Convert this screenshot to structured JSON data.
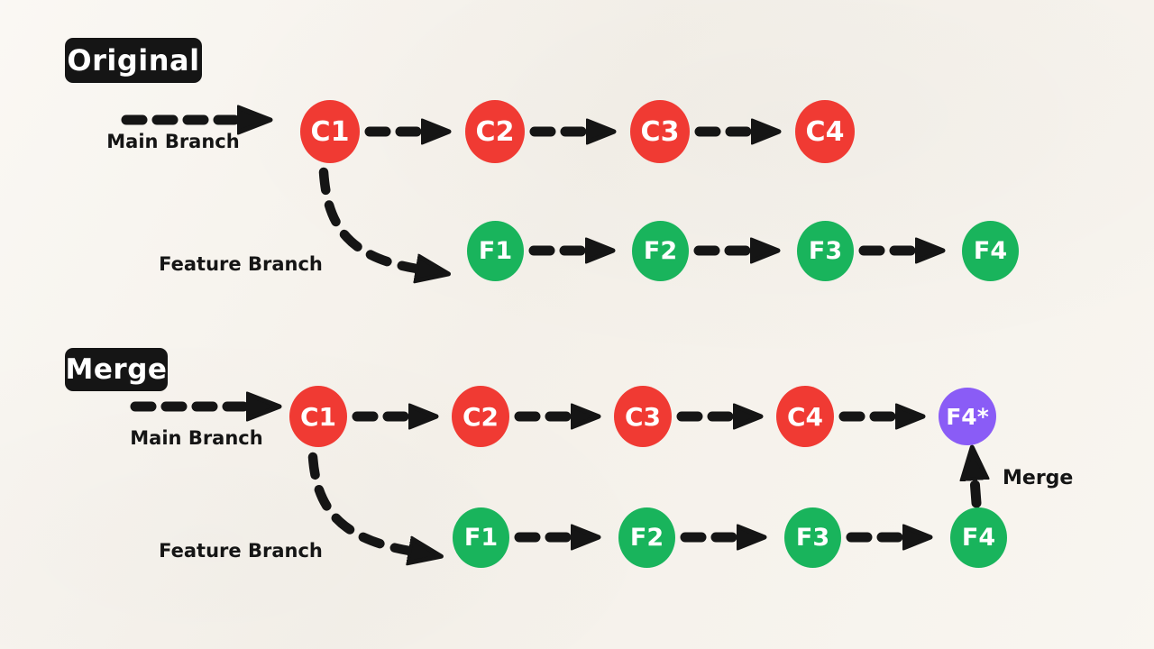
{
  "colors": {
    "paper": "#F7F3EC",
    "ink": "#151515",
    "red": "#F03A33",
    "green": "#19B45C",
    "purple": "#8A5CF6",
    "node_text": "#FFFFFF"
  },
  "sections": {
    "original": {
      "title": "Original",
      "main_branch_label": "Main Branch",
      "feature_branch_label": "Feature Branch",
      "main_commits": [
        "C1",
        "C2",
        "C3",
        "C4"
      ],
      "feature_commits": [
        "F1",
        "F2",
        "F3",
        "F4"
      ]
    },
    "merge": {
      "title": "Merge",
      "main_branch_label": "Main Branch",
      "feature_branch_label": "Feature Branch",
      "main_commits": [
        "C1",
        "C2",
        "C3",
        "C4"
      ],
      "merge_commit": "F4*",
      "feature_commits": [
        "F1",
        "F2",
        "F3",
        "F4"
      ],
      "merge_arrow_label": "Merge"
    }
  }
}
